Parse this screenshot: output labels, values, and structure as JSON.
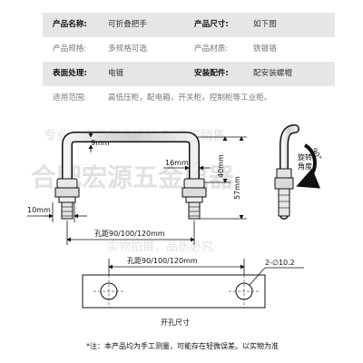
{
  "specs": {
    "row1": {
      "k1": "产品名称:",
      "v1": "可折叠把手",
      "k2": "产品尺寸:",
      "v2": "如下图"
    },
    "row2": {
      "k1": "产品规格:",
      "v1": "多规格可选",
      "k2": "产品材质:",
      "v2": "铁镀铬"
    },
    "row3": {
      "k1": "表面处理:",
      "v1": "电镀",
      "k2": "安装配件:",
      "v2": "配安装螺帽"
    },
    "row4": {
      "k1": "适用范围:",
      "v1": "高低压柜，配电箱，开关柜，控制柜等工业柜。"
    }
  },
  "watermark": {
    "line1": "专业五金零部件设计·制造与销售",
    "line2": "合肥宏源五金电器",
    "line3": "实物拍摄，品质必究"
  },
  "drawing": {
    "dim_9": "9mm",
    "dim_16": "16mm",
    "dim_40": "40mm",
    "dim_57": "57mm",
    "dim_10": "10mm",
    "rotate1": "旋转",
    "rotate2": "角度",
    "rotate_deg": "90°",
    "hole_spacing_top": "孔距90/100/120mm",
    "hole_spacing_bottom": "孔距90/100/120mm",
    "hole_spec": "2-∅10.2",
    "cutout_label": "开孔尺寸"
  },
  "note": "*注：本产品均为手工测量，可能存在轻微误差。以实物为准",
  "colors": {
    "row_shade": "#e6e6e6",
    "line": "#111111",
    "metal": "#d8d8d8"
  }
}
